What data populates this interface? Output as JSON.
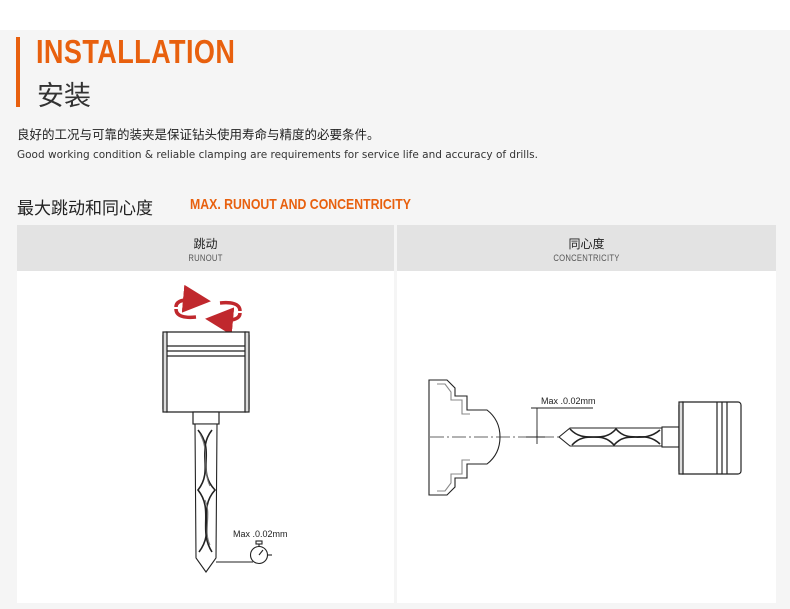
{
  "header": {
    "title_en": "INSTALLATION",
    "title_cn": "安装"
  },
  "intro": {
    "cn": "良好的工况与可靠的装夹是保证钻头使用寿命与精度的必要条件。",
    "en": "Good working condition & reliable clamping are requirements for service  life and accuracy of drills."
  },
  "section": {
    "title_cn": "最大跳动和同心度",
    "title_en": "MAX. RUNOUT AND CONCENTRICITY"
  },
  "panels": [
    {
      "title_cn": "跳动",
      "title_en": "RUNOUT",
      "label": "Max .0.02mm"
    },
    {
      "title_cn": "同心度",
      "title_en": "CONCENTRICITY",
      "label": "Max .0.02mm"
    }
  ],
  "colors": {
    "accent": "#e8600e",
    "arrow": "#c0282d",
    "header_bg": "#e3e3e3"
  },
  "icons": [
    "rotation-arrows-icon",
    "dial-gauge-icon"
  ]
}
